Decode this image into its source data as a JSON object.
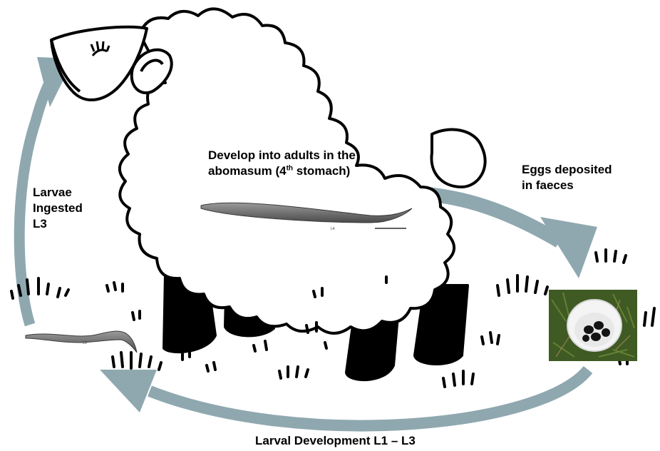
{
  "labels": {
    "develop_line1": "Develop into adults in the",
    "develop_line2_pre": "abomasum (4",
    "develop_line2_sup": "th",
    "develop_line2_post": " stomach)",
    "eggs_line1": "Eggs deposited",
    "eggs_line2": "in faeces",
    "larvae_line1": "Larvae",
    "larvae_line2": "Ingested",
    "larvae_line3": "L3",
    "larval_development": "Larval Development L1 – L3"
  },
  "micro_labels": {
    "adult_worm": "L4",
    "larva_worm": "L3"
  },
  "colors": {
    "arrow": "#8fa8b0",
    "outline": "#000000",
    "legs": "#000000",
    "worm": "#6a6a6a",
    "grass_photo": "#3f5a22"
  },
  "icons": [
    "sheep-outline",
    "worm-icon",
    "faeces-photo",
    "grass-tufts",
    "cycle-arrow"
  ]
}
